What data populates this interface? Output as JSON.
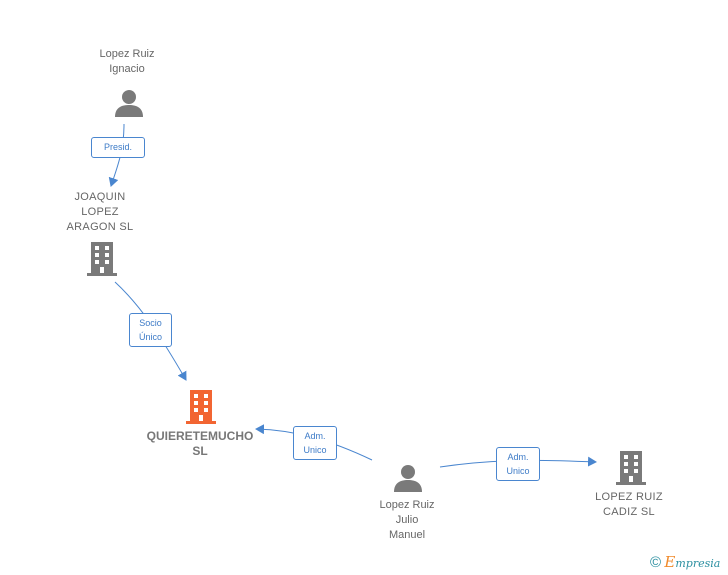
{
  "nodes": {
    "lopez_ruiz_ignacio": {
      "lines": [
        "Lopez Ruiz",
        "Ignacio"
      ],
      "icon": "person-icon"
    },
    "joaquin_lopez_aragon": {
      "lines": [
        "JOAQUIN",
        "LOPEZ",
        "ARAGON SL"
      ],
      "icon": "building-icon"
    },
    "quieretemucho": {
      "lines": [
        "QUIERETEMUCHO",
        "SL"
      ],
      "icon": "building-icon",
      "highlight_color": "#f26532"
    },
    "lopez_ruiz_julio_manuel": {
      "lines": [
        "Lopez Ruiz",
        "Julio",
        "Manuel"
      ],
      "icon": "person-icon"
    },
    "lopez_ruiz_cadiz": {
      "lines": [
        "LOPEZ RUIZ",
        "CADIZ  SL"
      ],
      "icon": "building-icon"
    }
  },
  "edges": {
    "presid": {
      "lines": [
        "Presid."
      ]
    },
    "socio_unico": {
      "lines": [
        "Socio",
        "Único"
      ]
    },
    "adm_unico_left": {
      "lines": [
        "Adm.",
        "Unico"
      ]
    },
    "adm_unico_right": {
      "lines": [
        "Adm.",
        "Unico"
      ]
    }
  },
  "colors": {
    "edge": "#4a86cf",
    "node_icon": "#7a7a7a",
    "highlight": "#f26532"
  },
  "brand": {
    "copyright": "©",
    "e": "E",
    "rest": "mpresia"
  }
}
